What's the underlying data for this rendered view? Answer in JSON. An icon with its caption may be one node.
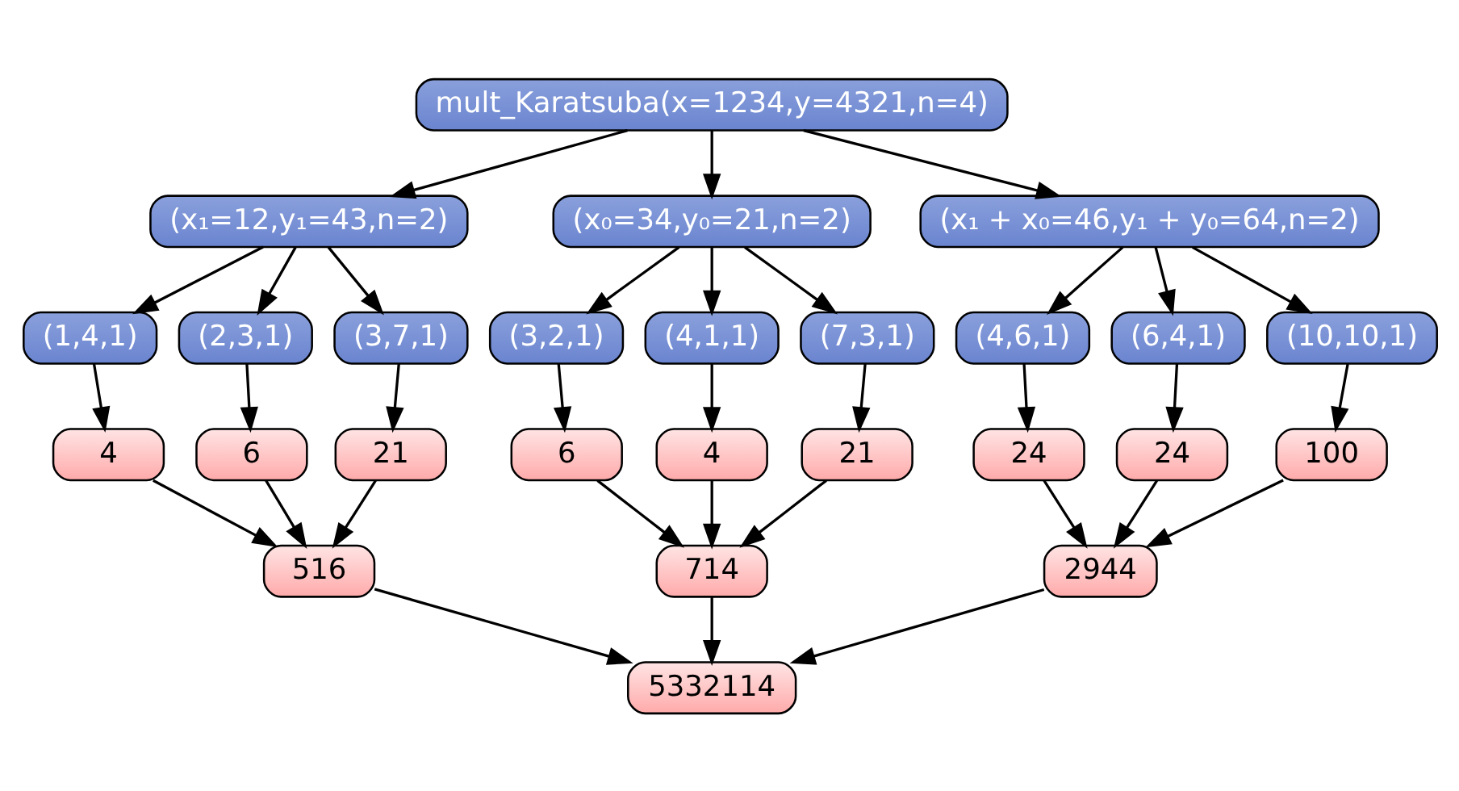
{
  "diagram": {
    "nodes": [
      {
        "text": [
          "mult_Karatsuba(x=1234,y=4321,n=4)"
        ]
      },
      {
        "text": [
          "(x₁=12,y₁=43,n=2)"
        ]
      },
      {
        "text": [
          "(x₀=34,y₀=21,n=2)"
        ]
      },
      {
        "text": [
          "(x₁ + x₀=46,y₁ + y₀=64,n=2)"
        ]
      },
      {
        "text": [
          "(1,4,1)"
        ]
      },
      {
        "text": [
          "(2,3,1)"
        ]
      },
      {
        "text": [
          "(3,7,1)"
        ]
      },
      {
        "text": [
          "(3,2,1)"
        ]
      },
      {
        "text": [
          "(4,1,1)"
        ]
      },
      {
        "text": [
          "(7,3,1)"
        ]
      },
      {
        "text": [
          "(4,6,1)"
        ]
      },
      {
        "text": [
          "(6,4,1)"
        ]
      },
      {
        "text": [
          "(10,10,1)"
        ]
      },
      {
        "text": [
          "4"
        ]
      },
      {
        "text": [
          "6"
        ]
      },
      {
        "text": [
          "21"
        ]
      },
      {
        "text": [
          "6"
        ]
      },
      {
        "text": [
          "4"
        ]
      },
      {
        "text": [
          "21"
        ]
      },
      {
        "text": [
          "24"
        ]
      },
      {
        "text": [
          "24"
        ]
      },
      {
        "text": [
          "100"
        ]
      },
      {
        "text": [
          "516"
        ]
      },
      {
        "text": [
          "714"
        ]
      },
      {
        "text": [
          "2944"
        ]
      },
      {
        "text": [
          "5332114"
        ]
      }
    ],
    "edges": [
      {
        "from": 0,
        "to": 1,
        "arrow": "to"
      },
      {
        "from": 0,
        "to": 2,
        "arrow": "to"
      },
      {
        "from": 0,
        "to": 3,
        "arrow": "to"
      },
      {
        "from": 1,
        "to": 4,
        "arrow": "to"
      },
      {
        "from": 1,
        "to": 5,
        "arrow": "to"
      },
      {
        "from": 1,
        "to": 6,
        "arrow": "to"
      },
      {
        "from": 2,
        "to": 7,
        "arrow": "to"
      },
      {
        "from": 2,
        "to": 8,
        "arrow": "to"
      },
      {
        "from": 2,
        "to": 9,
        "arrow": "to"
      },
      {
        "from": 3,
        "to": 10,
        "arrow": "to"
      },
      {
        "from": 3,
        "to": 11,
        "arrow": "to"
      },
      {
        "from": 3,
        "to": 12,
        "arrow": "to"
      },
      {
        "from": 4,
        "to": 13,
        "arrow": "to"
      },
      {
        "from": 5,
        "to": 14,
        "arrow": "to"
      },
      {
        "from": 6,
        "to": 15,
        "arrow": "to"
      },
      {
        "from": 7,
        "to": 16,
        "arrow": "to"
      },
      {
        "from": 8,
        "to": 17,
        "arrow": "to"
      },
      {
        "from": 9,
        "to": 18,
        "arrow": "to"
      },
      {
        "from": 10,
        "to": 19,
        "arrow": "to"
      },
      {
        "from": 11,
        "to": 20,
        "arrow": "to"
      },
      {
        "from": 12,
        "to": 21,
        "arrow": "to"
      },
      {
        "from": 13,
        "to": 22,
        "arrow": "to"
      },
      {
        "from": 14,
        "to": 22,
        "arrow": "to"
      },
      {
        "from": 15,
        "to": 22,
        "arrow": "to"
      },
      {
        "from": 16,
        "to": 23,
        "arrow": "to"
      },
      {
        "from": 17,
        "to": 23,
        "arrow": "to"
      },
      {
        "from": 18,
        "to": 23,
        "arrow": "to"
      },
      {
        "from": 19,
        "to": 24,
        "arrow": "to"
      },
      {
        "from": 20,
        "to": 24,
        "arrow": "to"
      },
      {
        "from": 21,
        "to": 24,
        "arrow": "to"
      },
      {
        "from": 22,
        "to": 25,
        "arrow": "to"
      },
      {
        "from": 23,
        "to": 25,
        "arrow": "to"
      },
      {
        "from": 24,
        "to": 25,
        "arrow": "to"
      }
    ]
  }
}
